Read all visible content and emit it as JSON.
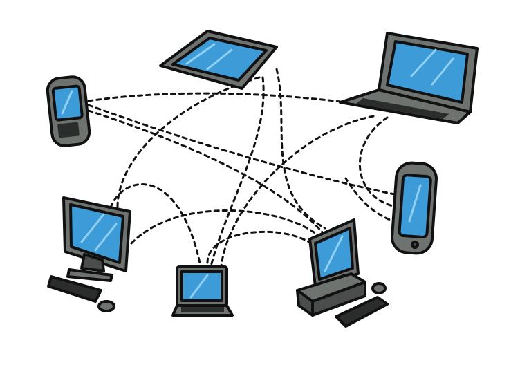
{
  "diagram": {
    "type": "network-illustration",
    "devices": [
      {
        "id": "tablet-landscape",
        "kind": "tablet",
        "icon": "tablet-icon"
      },
      {
        "id": "laptop-large",
        "kind": "laptop",
        "icon": "laptop-icon"
      },
      {
        "id": "phone-left",
        "kind": "phone",
        "icon": "phone-icon"
      },
      {
        "id": "tablet-portrait",
        "kind": "tablet",
        "icon": "tablet-icon"
      },
      {
        "id": "desktop-left",
        "kind": "desktop",
        "icon": "desktop-icon"
      },
      {
        "id": "laptop-small",
        "kind": "laptop",
        "icon": "laptop-icon"
      },
      {
        "id": "desktop-right",
        "kind": "desktop-tower",
        "icon": "desktop-icon"
      }
    ],
    "links": [
      [
        "phone-left",
        "laptop-large"
      ],
      [
        "phone-left",
        "tablet-portrait"
      ],
      [
        "phone-left",
        "desktop-right"
      ],
      [
        "tablet-landscape",
        "desktop-left"
      ],
      [
        "tablet-landscape",
        "laptop-small"
      ],
      [
        "tablet-landscape",
        "desktop-right"
      ],
      [
        "laptop-large",
        "laptop-small"
      ],
      [
        "laptop-large",
        "tablet-portrait"
      ],
      [
        "desktop-left",
        "laptop-small"
      ],
      [
        "desktop-left",
        "desktop-right"
      ],
      [
        "laptop-small",
        "desktop-right"
      ],
      [
        "tablet-portrait",
        "desktop-right"
      ]
    ],
    "colors": {
      "screen": "#3d9bd8",
      "body": "#6f7370",
      "outline": "#111111",
      "background": "#ffffff"
    }
  }
}
